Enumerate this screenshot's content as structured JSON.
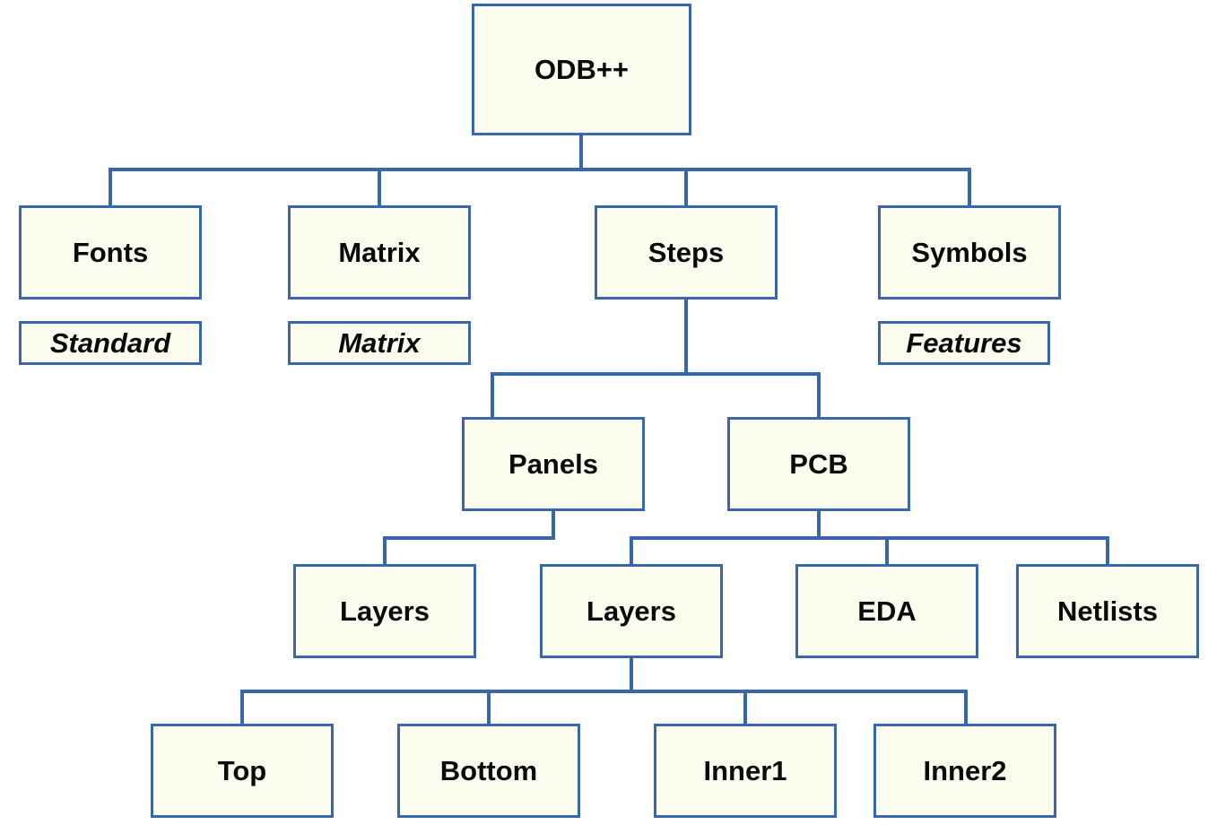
{
  "colors": {
    "line": "#3a66ae",
    "box_fill": "#fcfcee",
    "text": "#0a0a0a"
  },
  "nodes": {
    "odb": "ODB++",
    "fonts": "Fonts",
    "matrix": "Matrix",
    "steps": "Steps",
    "symbols": "Symbols",
    "fonts_sub": "Standard",
    "matrix_sub": "Matrix",
    "symbols_sub": "Features",
    "panels": "Panels",
    "pcb": "PCB",
    "panels_layers": "Layers",
    "pcb_layers": "Layers",
    "eda": "EDA",
    "netlists": "Netlists",
    "top": "Top",
    "bottom": "Bottom",
    "inner1": "Inner1",
    "inner2": "Inner2"
  },
  "edges": [
    [
      "odb",
      "fonts"
    ],
    [
      "odb",
      "matrix"
    ],
    [
      "odb",
      "steps"
    ],
    [
      "odb",
      "symbols"
    ],
    [
      "steps",
      "panels"
    ],
    [
      "steps",
      "pcb"
    ],
    [
      "panels",
      "panels_layers"
    ],
    [
      "pcb",
      "pcb_layers"
    ],
    [
      "pcb",
      "eda"
    ],
    [
      "pcb",
      "netlists"
    ],
    [
      "pcb_layers",
      "top"
    ],
    [
      "pcb_layers",
      "bottom"
    ],
    [
      "pcb_layers",
      "inner1"
    ],
    [
      "pcb_layers",
      "inner2"
    ]
  ]
}
